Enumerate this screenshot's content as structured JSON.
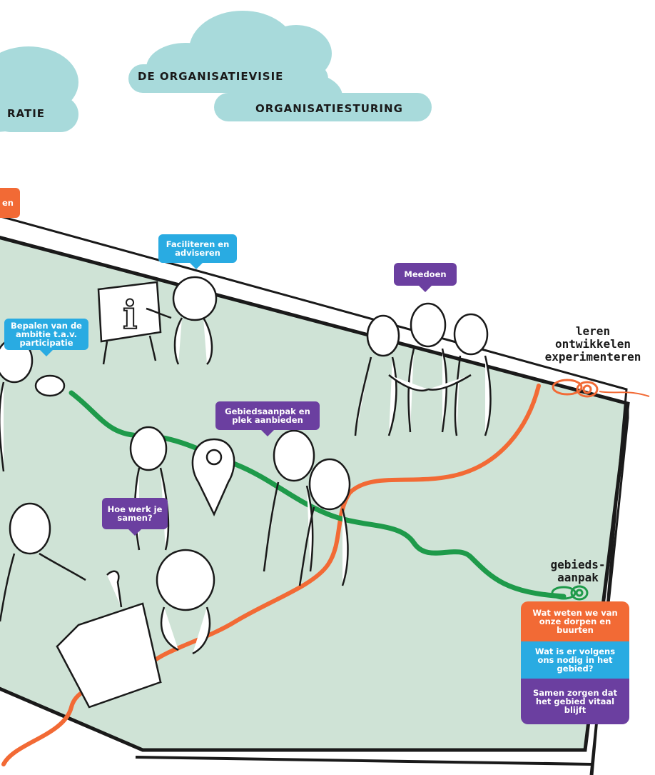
{
  "clouds": {
    "left_label": "RATIE",
    "vision_label": "DE ORGANISATIEVISIE",
    "steering_label": "ORGANISATIESTURING"
  },
  "bubbles": {
    "corner_orange": "en",
    "facilitate": "Faciliteren en adviseren",
    "participate": "Meedoen",
    "ambition": "Bepalen van de ambitie t.a.v. participatie",
    "area_place": "Gebiedsaanpak en plek aanbieden",
    "collaboration": "Hoe werk je samen?"
  },
  "handwritten": {
    "learning": [
      "leren",
      "ontwikkelen",
      "experimenteren"
    ],
    "area_approach": [
      "gebieds-",
      "aanpak"
    ]
  },
  "stack": {
    "item1": "Wat weten we van onze dorpen en buurten",
    "item2": "Wat is er volgens ons nodig in het gebied?",
    "item3": "Samen zorgen dat het gebied vitaal blijft"
  },
  "colors": {
    "cloud": "#a8dadb",
    "board": "#cfe3d6",
    "blue": "#29abe2",
    "purple": "#6b3fa0",
    "orange": "#f26a35",
    "green": "#1e9a4a"
  }
}
